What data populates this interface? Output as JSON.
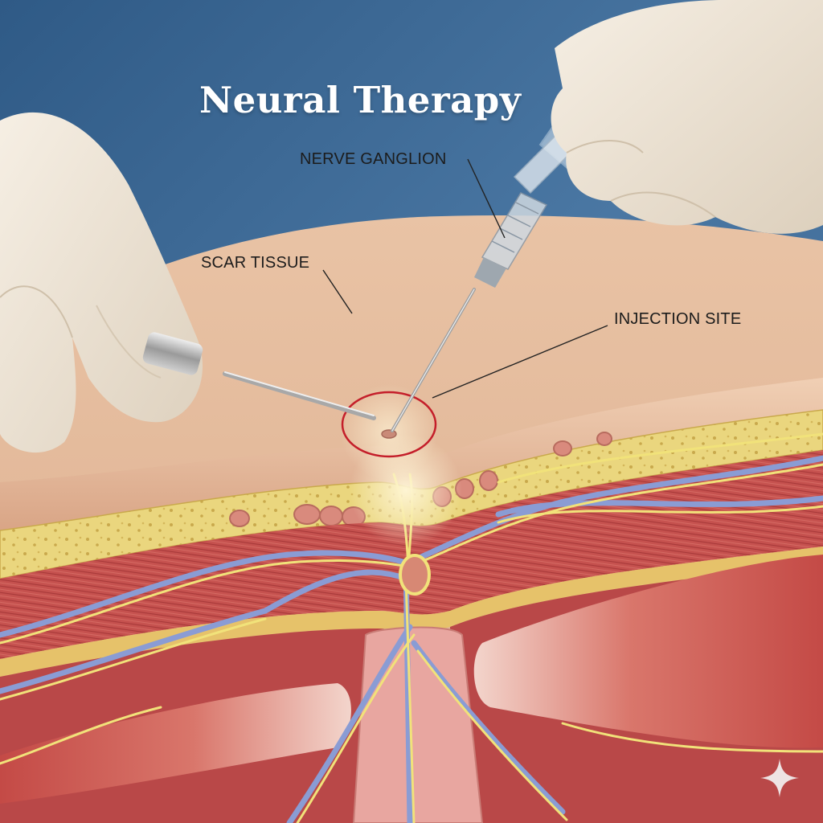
{
  "title": "Neural Therapy",
  "labels": {
    "nerve_ganglion": "NERVE GANGLION",
    "scar_tissue": "SCAR TISSUE",
    "injection_site": "INJECTION SITE"
  },
  "colors": {
    "background_scrubs": "#3f6a93",
    "skin": "#ecc6a8",
    "fat_layer": "#e8d27a",
    "muscle": "#c4504f",
    "nerve_yellow": "#f1e27a",
    "vessel_blue": "#8a9cd4",
    "glove": "#efe6d8",
    "injection_circle": "#c41e2a"
  },
  "icons": {
    "sparkle": "sparkle-icon"
  }
}
